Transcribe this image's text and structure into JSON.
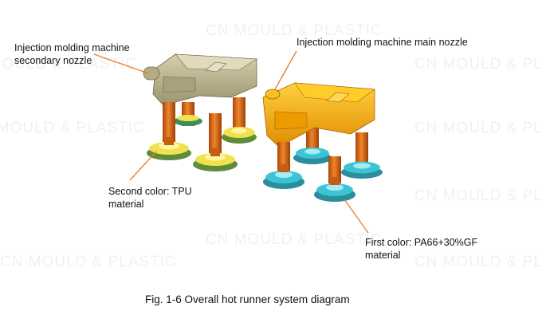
{
  "labels": {
    "secondary_nozzle": [
      "Injection molding machine",
      "secondary nozzle"
    ],
    "main_nozzle": "Injection molding machine main nozzle",
    "second_color": [
      "Second color: TPU",
      "material"
    ],
    "first_color": [
      "First color: PA66+30%GF",
      "material"
    ]
  },
  "caption": "Fig. 1-6 Overall hot runner system diagram",
  "watermark": "CN MOULD & PLASTIC",
  "colors": {
    "leader_line": "#f07a2a",
    "left_manifold": "#c9bf98",
    "right_manifold": "#f5b20c",
    "nozzle_body": "#d96a14",
    "tpu_gate": "#f1e14e",
    "pa66_gate": "#3cc3d4"
  }
}
